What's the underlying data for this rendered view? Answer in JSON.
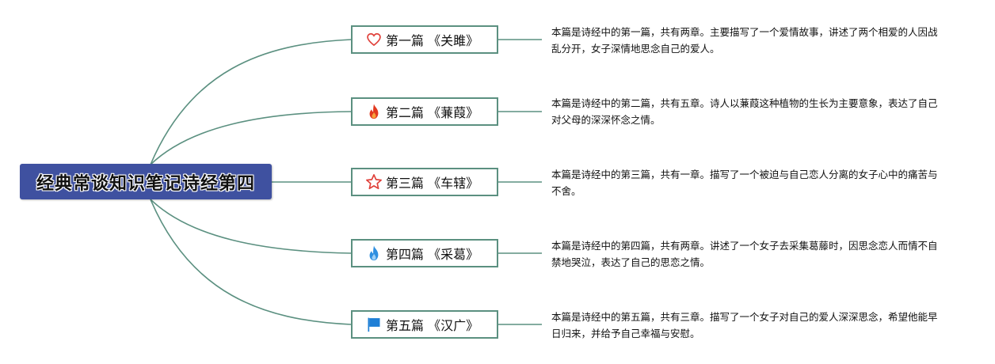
{
  "root": {
    "title": "经典常谈知识笔记诗经第四"
  },
  "colors": {
    "root_fill": "#3f51a0",
    "connector": "#5b9080",
    "heart": "#e0403a",
    "fire": "#e2391f",
    "star": "#e0403a",
    "flame_blue": "#2f8fe0",
    "flag": "#1e7fd6"
  },
  "topics": [
    {
      "icon": "heart-outline-icon",
      "label": "第一篇 《关雎》",
      "description": "本篇是诗经中的第一篇，共有两章。主要描写了一个爱情故事，讲述了两个相爱的人因战乱分开，女子深情地思念自己的爱人。"
    },
    {
      "icon": "fire-icon",
      "label": "第二篇 《蒹葭》",
      "description": "本篇是诗经中的第二篇，共有五章。诗人以蒹葭这种植物的生长为主要意象，表达了自己对父母的深深怀念之情。"
    },
    {
      "icon": "star-outline-icon",
      "label": "第三篇 《车辖》",
      "description": "本篇是诗经中的第三篇，共有一章。描写了一个被迫与自己恋人分离的女子心中的痛苦与不舍。"
    },
    {
      "icon": "blue-flame-icon",
      "label": "第四篇 《采葛》",
      "description": "本篇是诗经中的第四篇，共有两章。讲述了一个女子去采集葛藤时，因思念恋人而情不自禁地哭泣，表达了自己的思恋之情。"
    },
    {
      "icon": "flag-icon",
      "label": "第五篇 《汉广》",
      "description": "本篇是诗经中的第五篇，共有三章。描写了一个女子对自己的爱人深深思念，希望他能早日归来，并给予自己幸福与安慰。"
    }
  ]
}
